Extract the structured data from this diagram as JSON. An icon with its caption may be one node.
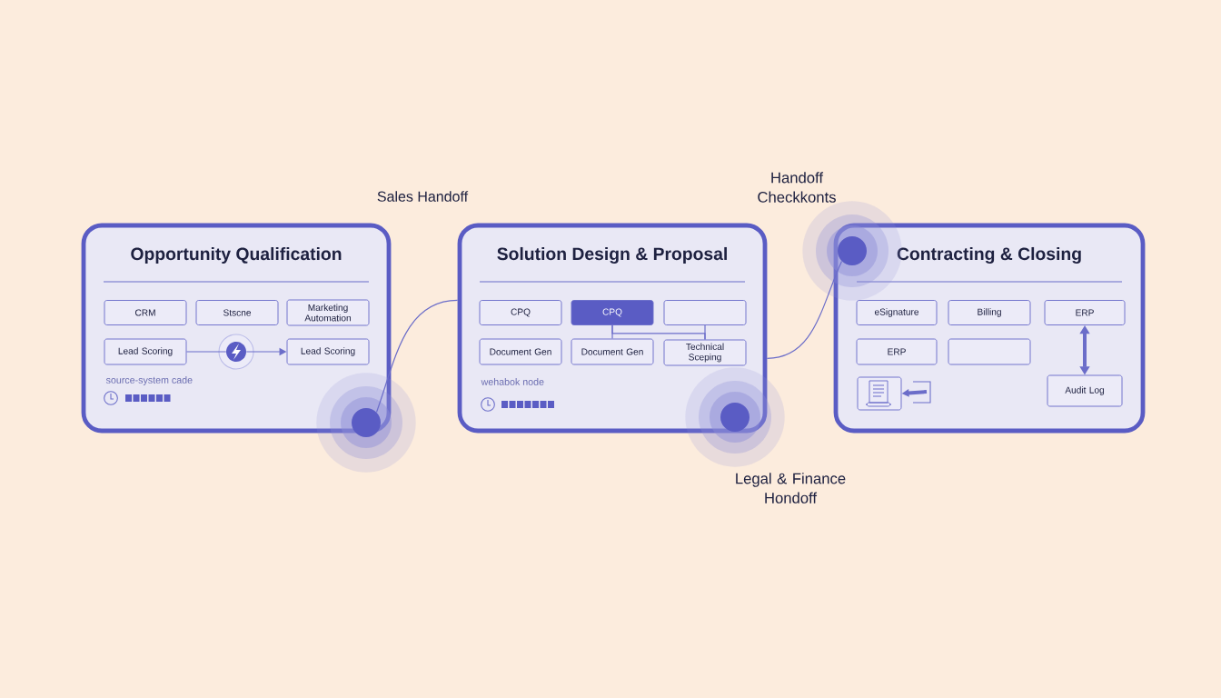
{
  "diagram": {
    "nodes": [
      {
        "text": [
          "Opportunity Qualification"
        ]
      },
      {
        "text": [
          "CRM"
        ],
        "in": 0
      },
      {
        "text": [
          "Stscne"
        ],
        "in": 0
      },
      {
        "text": [
          "Marketing Automation"
        ],
        "in": 0
      },
      {
        "text": [
          "Lead Scoring"
        ],
        "in": 0
      },
      {
        "text": [],
        "shape": "circle",
        "in": 0
      },
      {
        "text": [
          "Lead Scoring"
        ],
        "in": 0
      },
      {
        "text": [
          "Solution Design & Proposal"
        ]
      },
      {
        "text": [
          "CPQ"
        ],
        "in": 7
      },
      {
        "text": [
          "CPQ"
        ],
        "in": 7
      },
      {
        "text": [],
        "shape": "box",
        "in": 7
      },
      {
        "text": [
          "Document Gen"
        ],
        "in": 7
      },
      {
        "text": [
          "Document Gen"
        ],
        "in": 7
      },
      {
        "text": [
          "Technical Sceping"
        ],
        "in": 7
      },
      {
        "text": [
          "Contracting & Closing"
        ]
      },
      {
        "text": [
          "eSignature"
        ],
        "in": 14
      },
      {
        "text": [
          "Billing"
        ],
        "in": 14
      },
      {
        "text": [
          "ERP"
        ],
        "in": 14
      },
      {
        "text": [
          "ERP"
        ],
        "in": 14
      },
      {
        "text": [],
        "shape": "box",
        "in": 14
      },
      {
        "text": [],
        "shape": "picture",
        "in": 14
      },
      {
        "text": [
          "Audit Log"
        ],
        "in": 14
      },
      {
        "text": [],
        "shape": "circle"
      },
      {
        "text": [],
        "shape": "circle",
        "beside": [
          "Legal & Finance Hondoff"
        ]
      },
      {
        "text": [],
        "shape": "circle",
        "beside": [
          "Handoff Checkkonts"
        ]
      }
    ],
    "edges": [
      {
        "from": 22,
        "to": 7,
        "arrow": "none"
      },
      {
        "from": 7,
        "to": 24,
        "arrow": "none"
      },
      {
        "from": 4,
        "to": 5,
        "arrow": "none"
      },
      {
        "from": 5,
        "to": 6,
        "arrow": "to"
      },
      {
        "from": 9,
        "to": 12,
        "arrow": "none"
      },
      {
        "from": 9,
        "to": 13,
        "arrow": "none"
      },
      {
        "from": 10,
        "to": 13,
        "arrow": "none"
      },
      {
        "from": 17,
        "to": 21,
        "arrow": "both",
        "style": "thick"
      },
      {
        "from": null,
        "to": 20,
        "arrow": "to",
        "style": "thick"
      }
    ],
    "labels": [
      "Sales Handoff",
      "source-system cade",
      "wehabok node"
    ]
  }
}
